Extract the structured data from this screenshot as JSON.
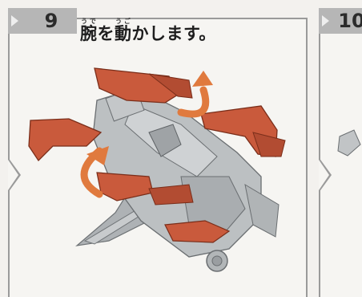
{
  "steps": {
    "current": {
      "number": "9",
      "title_parts": [
        {
          "base": "腕",
          "ruby": "うで"
        },
        {
          "base": "を",
          "ruby": ""
        },
        {
          "base": "動",
          "ruby": "うご"
        },
        {
          "base": "かします。",
          "ruby": ""
        }
      ]
    },
    "next": {
      "number": "10"
    }
  },
  "colors": {
    "accent_orange": "#c95a3c",
    "robot_gray": "#b9bcbf",
    "frame_gray": "#9a9a9a",
    "badge_gray": "#b6b6b6"
  },
  "icons": [
    "play-triangle-icon",
    "rotate-arrow-icon",
    "chevron-right-icon"
  ]
}
